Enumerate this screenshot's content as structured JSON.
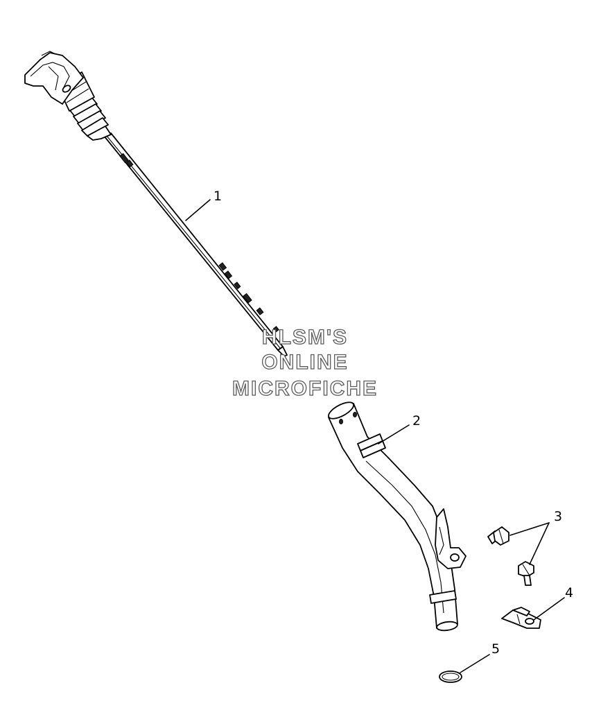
{
  "watermark": {
    "line1": "HLSM'S",
    "line2": "ONLINE",
    "line3": "MICROFICHE"
  },
  "callouts": [
    {
      "id": "1",
      "label": "1"
    },
    {
      "id": "2",
      "label": "2"
    },
    {
      "id": "3",
      "label": "3"
    },
    {
      "id": "4",
      "label": "4"
    },
    {
      "id": "5",
      "label": "5"
    }
  ],
  "parts": [
    {
      "callout": "1",
      "icon": "oil-dipstick"
    },
    {
      "callout": "2",
      "icon": "dipstick-tube"
    },
    {
      "callout": "3",
      "icon": "bolt",
      "quantity_shown": 2
    },
    {
      "callout": "4",
      "icon": "bracket-clip"
    },
    {
      "callout": "5",
      "icon": "o-ring"
    }
  ],
  "colors": {
    "line": "#000000",
    "background": "#ffffff",
    "watermark_outline": "#5a5a5a"
  }
}
